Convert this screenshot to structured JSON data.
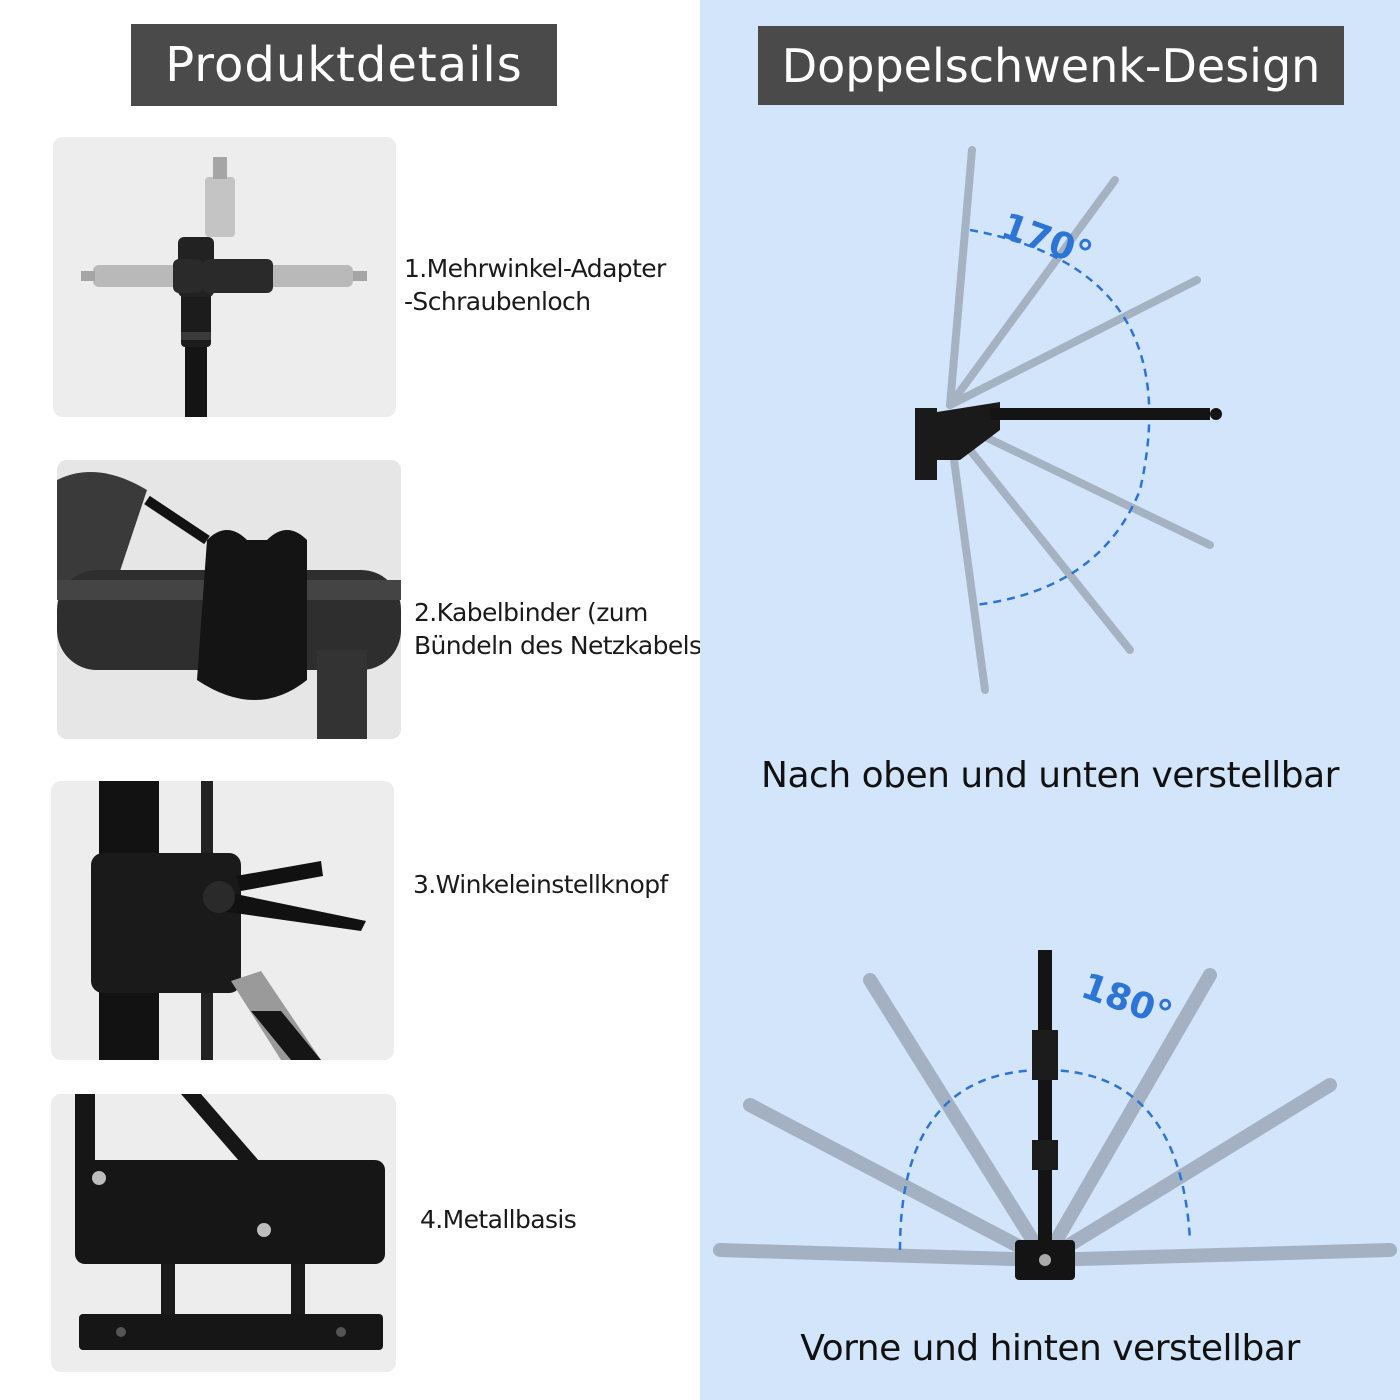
{
  "left": {
    "title": "Produktdetails",
    "details": [
      {
        "lines": [
          "1.Mehrwinkel-Adapter",
          "-Schraubenloch"
        ]
      },
      {
        "lines": [
          "2.Kabelbinder (zum",
          "Bündeln des Netzkabels)"
        ]
      },
      {
        "lines": [
          "3.Winkeleinstellknopf"
        ]
      },
      {
        "lines": [
          "4.Metallbasis"
        ]
      }
    ]
  },
  "right": {
    "title": "Doppelschwenk-Design",
    "top_angle": "170°",
    "top_caption": "Nach oben und unten verstellbar",
    "bottom_angle": "180°",
    "bottom_caption": "Vorne und hinten verstellbar"
  },
  "colors": {
    "title_bg": "#4a4a4a",
    "right_bg": "#d3e5fb",
    "angle_blue": "#2c74d6"
  }
}
